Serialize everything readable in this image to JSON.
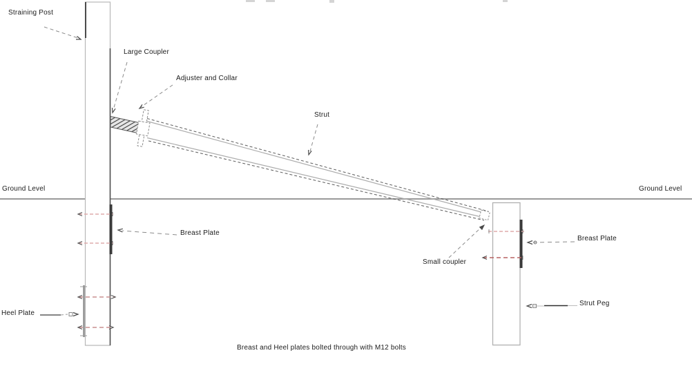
{
  "figure": {
    "caption": "Breast and Heel plates bolted through with M12 bolts"
  },
  "labels": {
    "straining_post": "Straining Post",
    "large_coupler": "Large Coupler",
    "adjuster_and_collar": "Adjuster and Collar",
    "strut": "Strut",
    "ground_level_left": "Ground Level",
    "ground_level_right": "Ground Level",
    "breast_plate_left": "Breast Plate",
    "small_coupler": "Small coupler",
    "breast_plate_right": "Breast Plate",
    "heel_plate": "Heel Plate",
    "strut_peg": "Strut Peg"
  },
  "colors": {
    "background": "#ffffff",
    "post_outline": "#b7b7b7",
    "dark_edge": "#4a4a4a",
    "plate": "#3a3a3a",
    "ground_line": "#9a9a9a",
    "bolt_line_light": "#dfacac",
    "bolt_line_dark": "#c98f8f",
    "bolt_line_red": "#b86060",
    "leader": "#8a8a8a",
    "text": "#1b1b1b"
  }
}
